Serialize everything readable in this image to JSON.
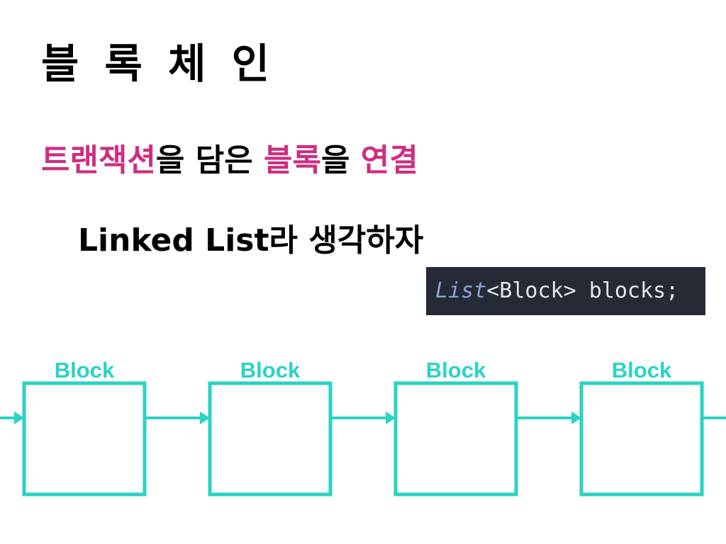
{
  "slide": {
    "title": "블 록 체 인",
    "subtitle": {
      "part1": "트랜잭션",
      "part2": "을 담은 ",
      "part3": "블록",
      "part4": "을 ",
      "part5": "연결"
    },
    "linked_list_text": "Linked List라 생각하자",
    "code": {
      "type_name": "List",
      "rest": "<Block> blocks;"
    },
    "colors": {
      "accent_pink": "#cc2f82",
      "diagram_teal": "#2ad3c3",
      "code_background": "#262a35"
    }
  },
  "diagram": {
    "blocks": [
      {
        "label": "Block"
      },
      {
        "label": "Block"
      },
      {
        "label": "Block"
      },
      {
        "label": "Block"
      }
    ]
  }
}
